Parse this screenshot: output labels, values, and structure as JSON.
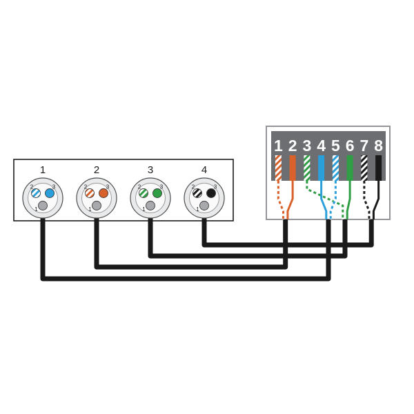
{
  "colors": {
    "background": "#ffffff",
    "wire": "#1a1a1a",
    "panel_border": "#1a1a1a",
    "jack_border": "#939598",
    "jack_header": "#6d6e71",
    "jack_number_color": "#ffffff",
    "pin_ground": "#a7a9ac",
    "xlr_ring_fill": "#e9eaeb",
    "xlr_ring_stroke": "#4d4d4d",
    "xlr_face_fill": "#fafafa",
    "xlr_face_stroke": "#9a9a9a",
    "label_color": "#1a1a1a"
  },
  "pairs": {
    "blue": "#2b9fd9",
    "orange": "#d9612c",
    "green": "#2f9e45",
    "brown": "#1a1a1a"
  },
  "panel": {
    "connectors": [
      {
        "label": "1",
        "pair": "blue",
        "jack_positions": [
          "4",
          "5"
        ],
        "pins": [
          {
            "label": "2",
            "type": "striped"
          },
          {
            "label": "3",
            "type": "solid"
          },
          {
            "label": "1",
            "type": "ground"
          }
        ]
      },
      {
        "label": "2",
        "pair": "orange",
        "jack_positions": [
          "1",
          "2"
        ],
        "pins": [
          {
            "label": "2",
            "type": "striped"
          },
          {
            "label": "3",
            "type": "solid"
          },
          {
            "label": "1",
            "type": "ground"
          }
        ]
      },
      {
        "label": "3",
        "pair": "green",
        "jack_positions": [
          "3",
          "6"
        ],
        "pins": [
          {
            "label": "2",
            "type": "striped"
          },
          {
            "label": "3",
            "type": "solid"
          },
          {
            "label": "1",
            "type": "ground"
          }
        ]
      },
      {
        "label": "4",
        "pair": "brown",
        "jack_positions": [
          "7",
          "8"
        ],
        "pins": [
          {
            "label": "2",
            "type": "striped"
          },
          {
            "label": "3",
            "type": "solid"
          },
          {
            "label": "1",
            "type": "ground"
          }
        ]
      }
    ]
  },
  "jack": {
    "positions": [
      {
        "label": "1",
        "pair": "orange",
        "striped": true
      },
      {
        "label": "2",
        "pair": "orange",
        "striped": false
      },
      {
        "label": "3",
        "pair": "green",
        "striped": true
      },
      {
        "label": "4",
        "pair": "blue",
        "striped": false
      },
      {
        "label": "5",
        "pair": "blue",
        "striped": true
      },
      {
        "label": "6",
        "pair": "green",
        "striped": false
      },
      {
        "label": "7",
        "pair": "brown",
        "striped": true
      },
      {
        "label": "8",
        "pair": "brown",
        "striped": false
      }
    ]
  }
}
